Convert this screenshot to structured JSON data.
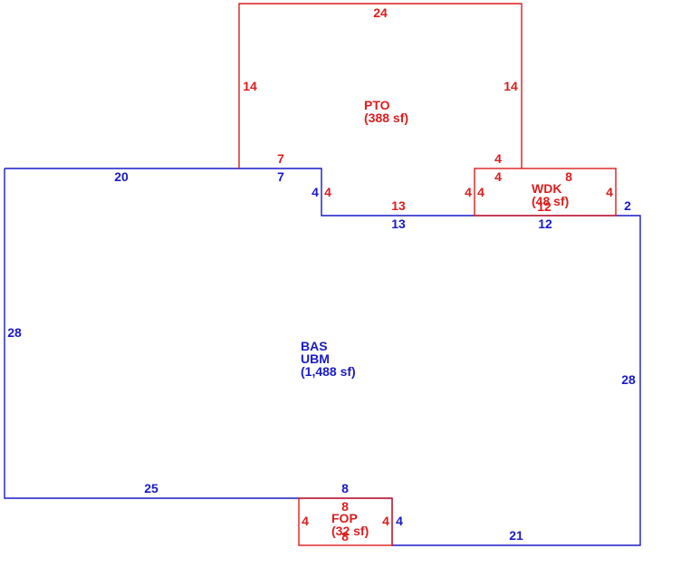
{
  "colors": {
    "basement": "#1a1ac8",
    "addition": "#dd1c1c",
    "background": "#ffffff"
  },
  "areas": {
    "pto": {
      "code": "PTO",
      "sqft": "(388 sf)"
    },
    "wdk": {
      "code": "WDK",
      "sqft": "(48 sf)"
    },
    "bas": {
      "code": "BAS",
      "code2": "UBM",
      "sqft": "(1,488 sf)"
    },
    "fop": {
      "code": "FOP",
      "sqft": "(32 sf)"
    }
  },
  "dims": {
    "pto_top": "24",
    "pto_left": "14",
    "pto_right": "14",
    "pto_bottom_left": "7",
    "pto_step_left": "4",
    "pto_bottom_mid": "13",
    "pto_step_right": "4",
    "pto_bottom_right": "4",
    "wdk_top": "8",
    "wdk_left_outer": "4",
    "wdk_left_inner": "4",
    "wdk_right": "4",
    "wdk_bottom": "12",
    "bas_top_left": "20",
    "bas_top_mid": "7",
    "bas_step": "4",
    "bas_mid": "13",
    "bas_right_top": "12",
    "bas_right_step": "2",
    "bas_left": "28",
    "bas_right": "28",
    "bas_bottom_left": "25",
    "bas_fop_top": "8",
    "bas_fop_right": "4",
    "bas_bottom_right": "21",
    "fop_top": "8",
    "fop_left": "4",
    "fop_right": "4",
    "fop_bottom": "8"
  }
}
